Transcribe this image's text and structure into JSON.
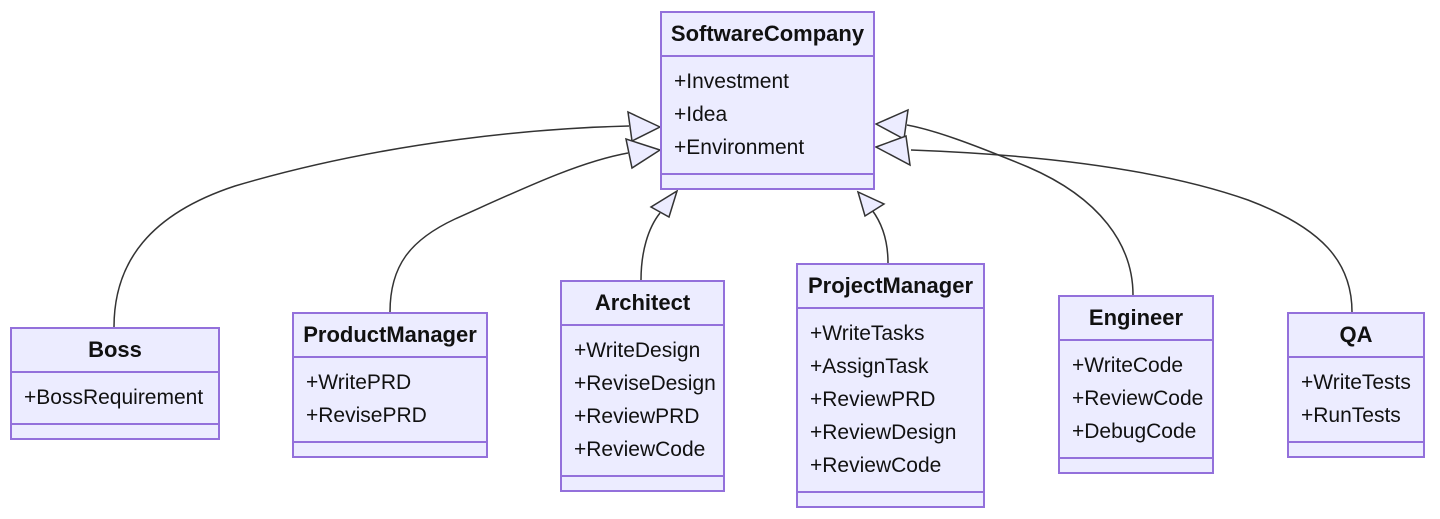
{
  "diagram": {
    "kind": "uml-class-diagram",
    "classes": [
      {
        "name": "SoftwareCompany",
        "members": [
          "+Investment",
          "+Idea",
          "+Environment"
        ]
      },
      {
        "name": "Boss",
        "members": [
          "+BossRequirement"
        ]
      },
      {
        "name": "ProductManager",
        "members": [
          "+WritePRD",
          "+RevisePRD"
        ]
      },
      {
        "name": "Architect",
        "members": [
          "+WriteDesign",
          "+ReviseDesign",
          "+ReviewPRD",
          "+ReviewCode"
        ]
      },
      {
        "name": "ProjectManager",
        "members": [
          "+WriteTasks",
          "+AssignTask",
          "+ReviewPRD",
          "+ReviewDesign",
          "+ReviewCode"
        ]
      },
      {
        "name": "Engineer",
        "members": [
          "+WriteCode",
          "+ReviewCode",
          "+DebugCode"
        ]
      },
      {
        "name": "QA",
        "members": [
          "+WriteTests",
          "+RunTests"
        ]
      }
    ],
    "relations": [
      {
        "from": "Boss",
        "to": "SoftwareCompany",
        "type": "inheritance"
      },
      {
        "from": "ProductManager",
        "to": "SoftwareCompany",
        "type": "inheritance"
      },
      {
        "from": "Architect",
        "to": "SoftwareCompany",
        "type": "inheritance"
      },
      {
        "from": "ProjectManager",
        "to": "SoftwareCompany",
        "type": "inheritance"
      },
      {
        "from": "Engineer",
        "to": "SoftwareCompany",
        "type": "inheritance"
      },
      {
        "from": "QA",
        "to": "SoftwareCompany",
        "type": "inheritance"
      }
    ],
    "colors": {
      "node_fill": "#ECECFF",
      "node_border": "#9370DB",
      "connector": "#333333",
      "text": "#111111",
      "background": "#ffffff"
    }
  }
}
